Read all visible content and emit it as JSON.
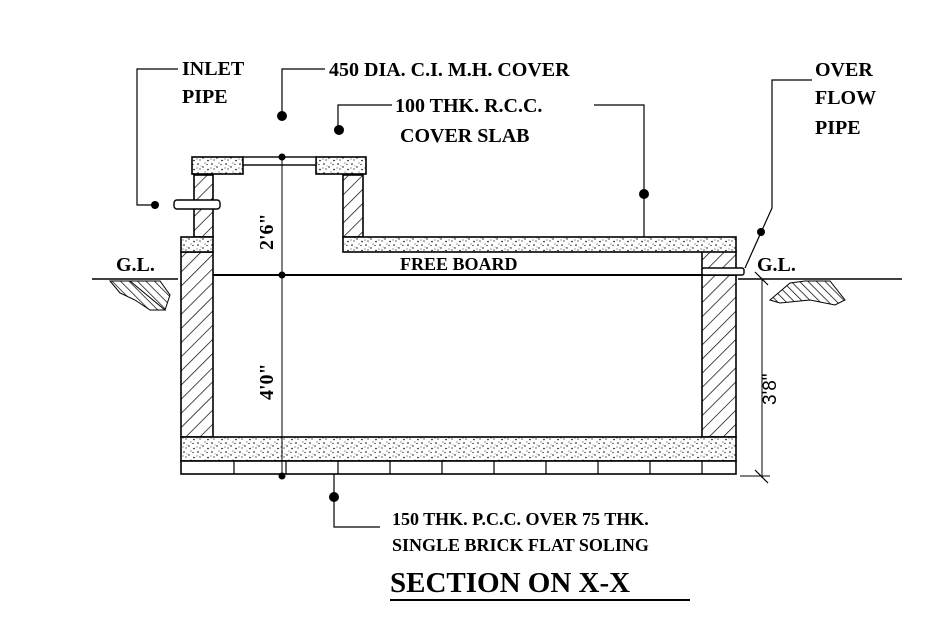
{
  "labels": {
    "inlet_pipe": [
      "INLET",
      "PIPE"
    ],
    "manhole_cover": "450 DIA. C.I. M.H. COVER",
    "cover_slab": [
      "100 THK. R.C.C.",
      "COVER SLAB"
    ],
    "overflow_pipe": [
      "OVER",
      "FLOW",
      "PIPE"
    ],
    "ground_level_left": "G.L.",
    "ground_level_right": "G.L.",
    "free_board": "FREE BOARD",
    "base": [
      "150 THK. P.C.C. OVER 75 THK.",
      "SINGLE BRICK FLAT SOLING"
    ],
    "title": "SECTION ON X-X"
  },
  "dimensions": {
    "upper": "2'6\"",
    "lower": "4'0\"",
    "right": "3'8\""
  },
  "colors": {
    "ink": "#000000",
    "background": "#ffffff"
  }
}
